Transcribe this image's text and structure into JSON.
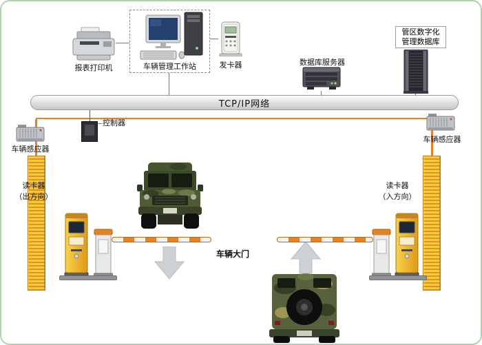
{
  "bus": {
    "label": "TCP/IP网络"
  },
  "devices": {
    "printer": "报表打印机",
    "workstation": "车辆管理工作站",
    "card_issuer": "发卡器",
    "db_server": "数据库服务器",
    "district_db_line1": "管区数字化",
    "district_db_line2": "管理数据库",
    "controller": "控制器",
    "sensor_left": "车辆感应器",
    "sensor_right": "车辆感应器"
  },
  "gate": {
    "reader_exit_line1": "读卡器",
    "reader_exit_line2": "（出方向）",
    "reader_entry_line1": "读卡器",
    "reader_entry_line2": "（入方向）",
    "gate_label": "车辆大门"
  },
  "colors": {
    "frame_border": "#b2d2b2",
    "orange_line": "#e8821e",
    "stripe_light": "#f7ca3a",
    "stripe_dark": "#de9422",
    "arrow_gray": "#cdd0d4",
    "kiosk_yellow": "#eaa61e",
    "bus_gray": "#c6c6c6"
  }
}
